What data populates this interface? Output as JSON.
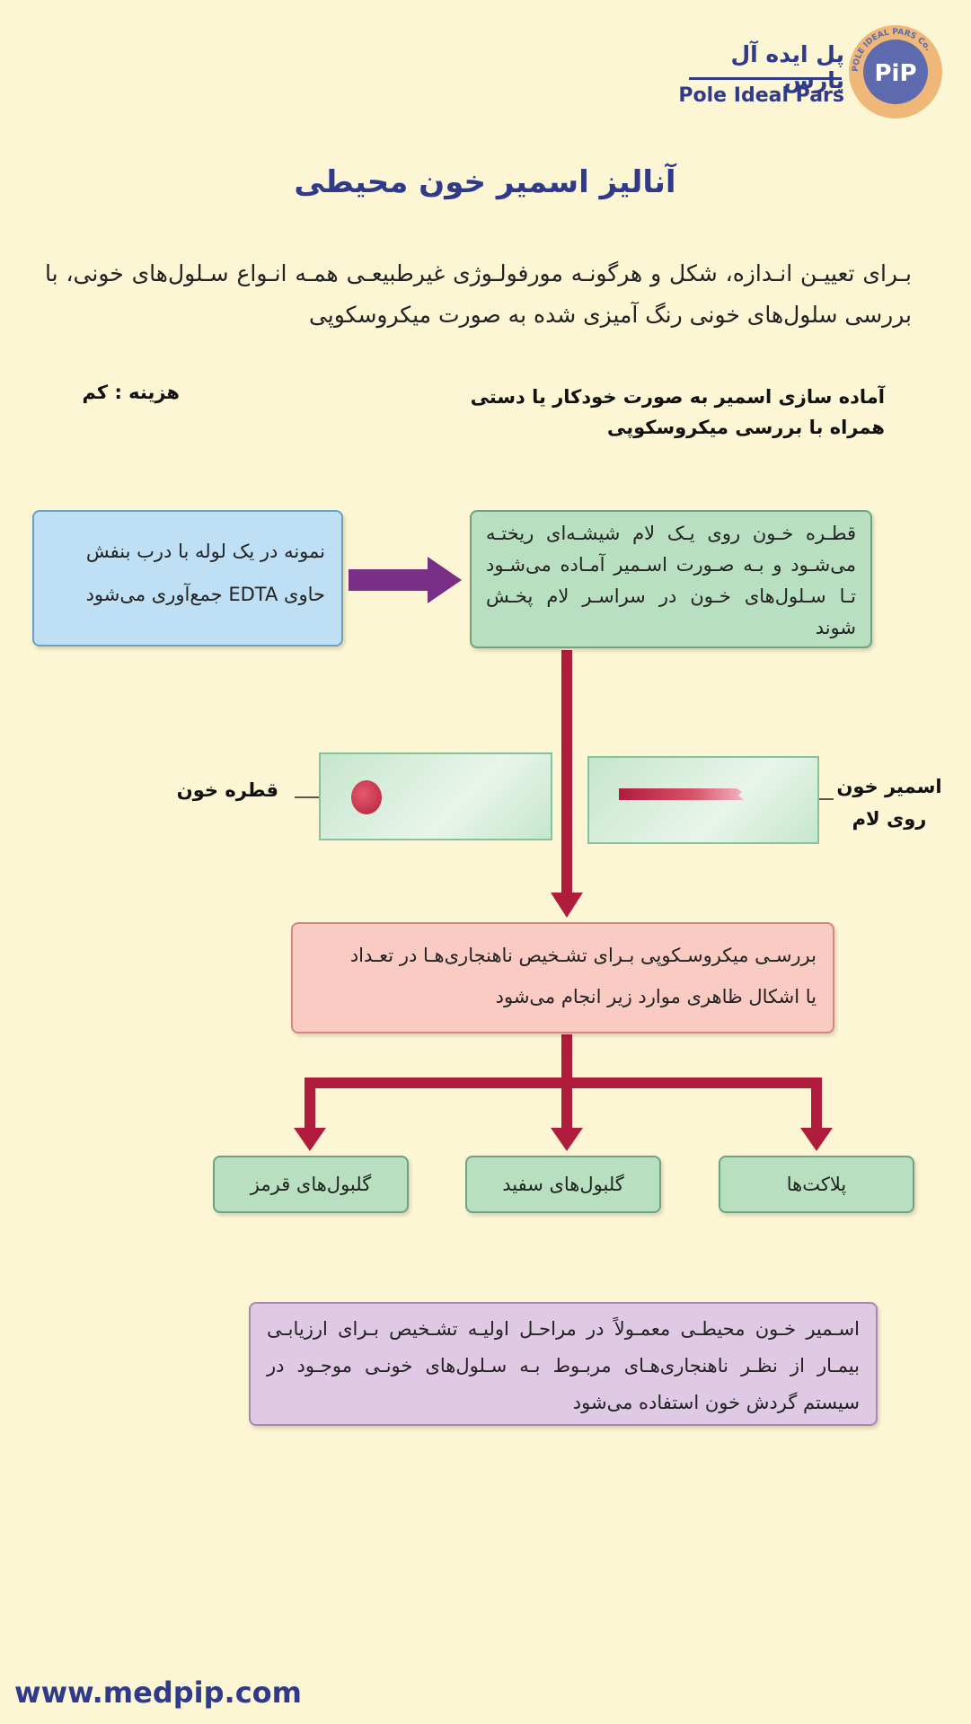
{
  "logo": {
    "name_fa": "پل ایده آل پارس",
    "name_en": "Pole Ideal Pars",
    "seal_text": "POLE IDEAL PARS Co.",
    "seal_initials": "PiP"
  },
  "title": "آنالیز اسمیر خون محیطی",
  "intro": "بـرای تعییـن انـدازه، شکل و هرگونـه مورفولـوژی غیرطبیعـی همـه انـواع سـلول‌های خونی، با بررسی سلول‌های خونی رنگ آمیزی شده به صورت میکروسکوپی",
  "prep": {
    "line1": "آماده سازی اسمیر به صورت خودکار یا دستی",
    "line2": "همراه با بررسی میکروسکوپی"
  },
  "cost": "هزینه : کم",
  "flow": {
    "sample_box": {
      "line1": "نمونه در یک لوله با درب  بنفش",
      "line2": "حاوی  EDTA جمع‌آوری می‌شود"
    },
    "prep_box": "قطـره خـون روی یـک لام شیشـه‌ای ریختـه می‌شـود و بـه صـورت اسـمیر آمـاده می‌شـود تـا سـلول‌های خـون در سراسـر لام پخـش شوند",
    "drop_label": "قطره خون",
    "smear_label": {
      "line1": "اسمیر خون",
      "line2": "روی لام"
    },
    "micro_box": {
      "line1": "بررسـی میکروسـکوپی بـرای تشـخیص ناهنجاری‌هـا در تعـداد",
      "line2": "یا اشکال ظاهری موارد زیر انجام می‌شود"
    },
    "cells": {
      "rbc": "گلبول‌های قرمز",
      "wbc": "گلبول‌های سفید",
      "platelets": "پلاکت‌ها"
    }
  },
  "note": "اسـمیر خـون محیطـی معمـولاً در مراحـل اولیـه تشـخیص بـرای ارزیابـی بیمـار از نظـر ناهنجاری‌هـای مربـوط بـه سـلول‌های خونـی موجـود در سیستم گردش خون استفاده می‌شود",
  "url": "www.medpip.com",
  "colors": {
    "background": "#fdf6d4",
    "brand": "#2f3a8a",
    "arrow_purple": "#7a2f86",
    "arrow_red": "#b01c3c"
  }
}
